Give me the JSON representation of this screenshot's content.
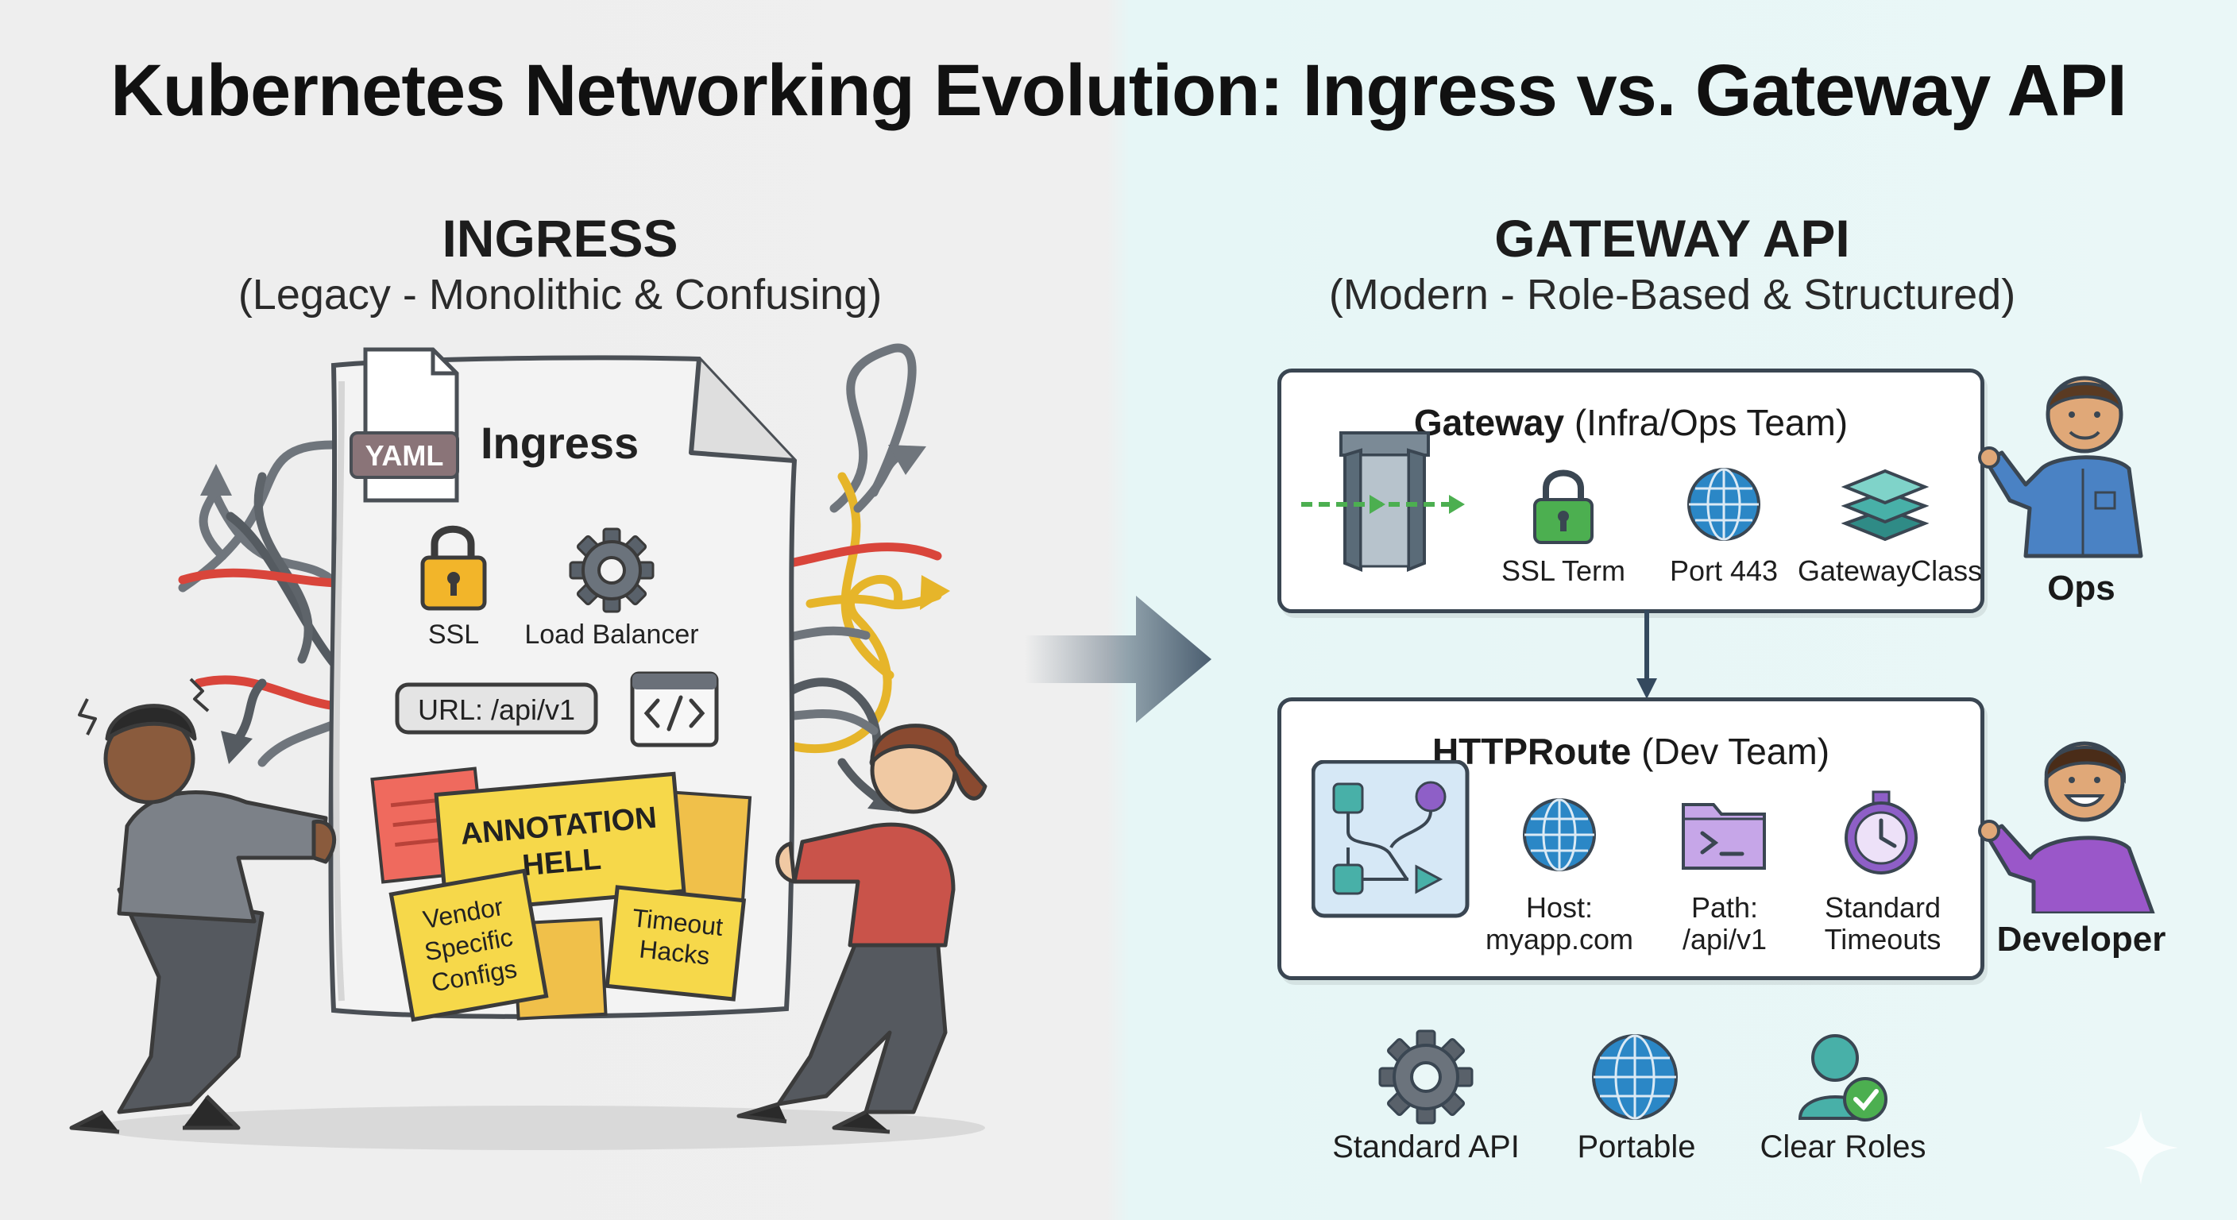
{
  "title": "Kubernetes Networking Evolution: Ingress vs. Gateway API",
  "ingress": {
    "heading": "INGRESS",
    "subheading": "(Legacy - Monolithic & Confusing)",
    "yaml_badge": "YAML",
    "doc_title": "Ingress",
    "ssl_label": "SSL",
    "lb_label": "Load Balancer",
    "url_label": "URL: /api/v1",
    "notes": {
      "annotation_hell_line1": "ANNOTATION",
      "annotation_hell_line2": "HELL",
      "vendor_line1": "Vendor",
      "vendor_line2": "Specific",
      "vendor_line3": "Configs",
      "timeout_line1": "Timeout",
      "timeout_line2": "Hacks"
    }
  },
  "gateway_api": {
    "heading": "GATEWAY API",
    "subheading": "(Modern - Role-Based & Structured)",
    "gateway": {
      "title_bold": "Gateway",
      "title_rest": " (Infra/Ops Team)",
      "items": [
        "SSL Term",
        "Port 443",
        "GatewayClass"
      ]
    },
    "httproute": {
      "title_bold": "HTTPRoute",
      "title_rest": " (Dev Team)",
      "items": [
        {
          "line1": "Host:",
          "line2": "myapp.com"
        },
        {
          "line1": "Path:",
          "line2": "/api/v1"
        },
        {
          "line1": "Standard",
          "line2": "Timeouts"
        }
      ]
    },
    "roles": {
      "ops": "Ops",
      "developer": "Developer"
    },
    "features": [
      "Standard API",
      "Portable",
      "Clear Roles"
    ]
  },
  "colors": {
    "dark_slate": "#3a4652",
    "arrow_red": "#d9453b",
    "arrow_gray": "#6f757c",
    "arrow_yellow": "#e6b52a",
    "lock_yellow": "#f2b52a",
    "lock_green": "#4caf50",
    "globe_blue": "#2b87c6",
    "layers_teal": "#48b0a8",
    "purple": "#8e5fc7",
    "note_yellow": "#f6d84a",
    "note_red": "#ef6a5e",
    "ops_shirt": "#4a82c4",
    "dev_shirt": "#9a57c9"
  },
  "icons": [
    "lock-icon",
    "gear-icon",
    "code-icon",
    "gate-icon",
    "globe-icon",
    "layers-icon",
    "flow-icon",
    "folder-terminal-icon",
    "stopwatch-icon",
    "user-check-icon",
    "sparkle-icon"
  ]
}
